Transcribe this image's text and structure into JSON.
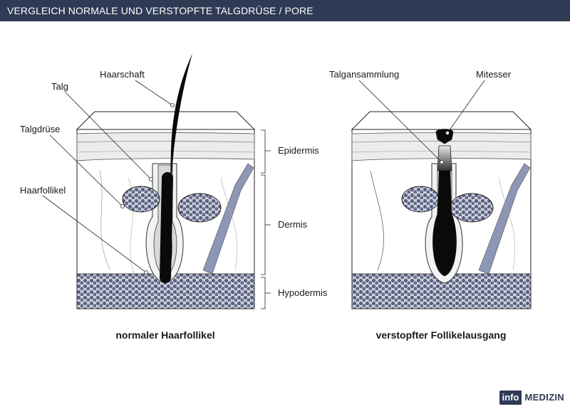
{
  "header": {
    "title": "VERGLEICH NORMALE UND VERSTOPFTE TALGDRÜSE / PORE"
  },
  "labels": {
    "haarschaft": "Haarschaft",
    "talg": "Talg",
    "talgdruese": "Talgdrüse",
    "haarfollikel": "Haarfollikel",
    "epidermis": "Epidermis",
    "dermis": "Dermis",
    "hypodermis": "Hypodermis",
    "talgansammlung": "Talgansammlung",
    "mitesser": "Mitesser"
  },
  "captions": {
    "left": "normaler Haarfollikel",
    "right": "verstopfter Follikelausgang"
  },
  "logo": {
    "part1": "info",
    "part2": "MEDIZIN"
  },
  "colors": {
    "header": "#2f3a55",
    "glandCells": "#5a6285",
    "follicle": "#0a0a0a"
  }
}
